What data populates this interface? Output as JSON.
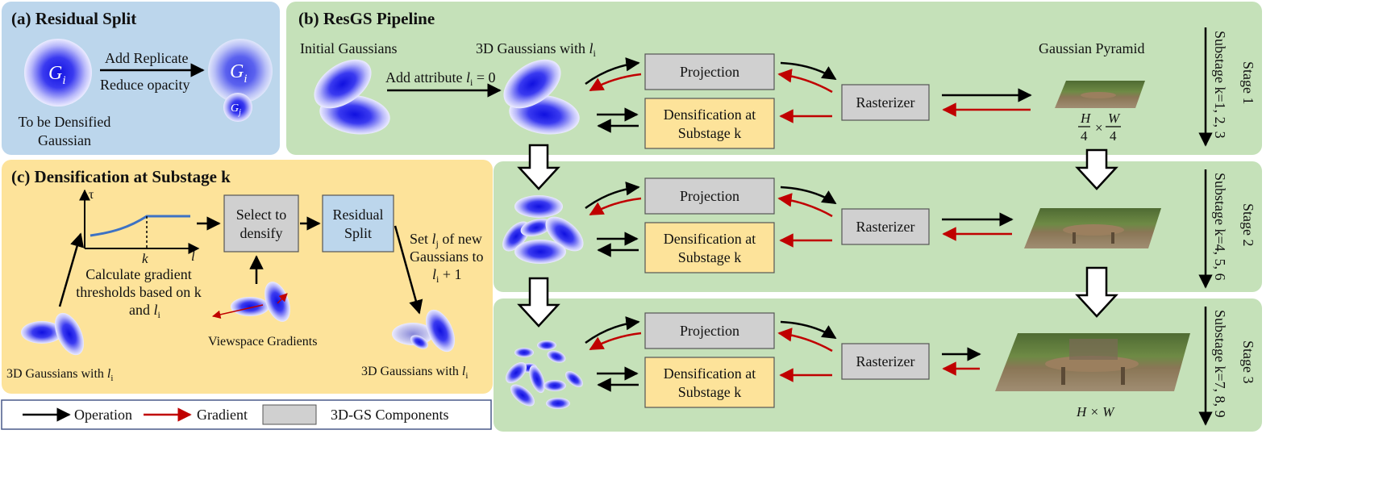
{
  "colors": {
    "panel_a": "#bcd6ec",
    "panel_b": "#c5e1b9",
    "panel_c": "#fde39a",
    "gray_box": "#d0d0d0",
    "blue_box": "#bcd6ec",
    "yellow_box": "#fde39a",
    "operation_arrow": "#000000",
    "gradient_arrow": "#c00000",
    "gaussian_core": "#1414e6"
  },
  "panel_a": {
    "title": "(a) Residual Split",
    "gi_left": "G",
    "gi_left_sub": "i",
    "gi_right": "G",
    "gi_right_sub": "i",
    "gj": "G",
    "gj_sub": "j",
    "add_replicate": "Add Replicate",
    "reduce_opacity": "Reduce opacity",
    "to_be_line1": "To be Densified",
    "to_be_line2": "Gaussian"
  },
  "panel_b": {
    "title": "(b) ResGS Pipeline",
    "initial_gaussians": "Initial Gaussians",
    "gaussians_with": "3D Gaussians with ",
    "gaussians_with_var": "l",
    "gaussians_with_sub": "i",
    "add_attribute": "Add attribute ",
    "add_attribute_var": "l",
    "add_attribute_sub": "i",
    "add_attribute_eq": " = 0",
    "gaussian_pyramid": "Gaussian Pyramid",
    "projection": "Projection",
    "densification_line1": "Densification at",
    "densification_line2": "Substage k",
    "rasterizer": "Rasterizer",
    "res_stage1_h": "H",
    "res_stage1_den": "4",
    "res_stage1_times": "×",
    "res_stage1_w": "W",
    "res_stage3": "H × W",
    "stages": [
      {
        "stage": "Stage 1",
        "substage": "Substage k=1, 2, 3"
      },
      {
        "stage": "Stage 2",
        "substage": "Substage k=4, 5, 6"
      },
      {
        "stage": "Stage 3",
        "substage": "Substage k=7, 8, 9"
      }
    ]
  },
  "panel_c": {
    "title": "(c) Densification at Substage k",
    "tau": "τ",
    "k_tick": "k",
    "l_axis": "l",
    "calc_line1": "Calculate gradient",
    "calc_line2": "thresholds based on k",
    "calc_line3": "and ",
    "calc_var": "l",
    "calc_sub": "i",
    "select_line1": "Select to",
    "select_line2": "densify",
    "residual_line1": "Residual",
    "residual_line2": "Split",
    "set_line1a": "Set ",
    "set_var": "l",
    "set_sub": "j",
    "set_line1b": " of new",
    "set_line2": "Gaussians to",
    "set_line3_var": "l",
    "set_line3_sub": "i",
    "set_line3_rest": " + 1",
    "viewspace": "Viewspace Gradients",
    "gauss_with_left": "3D Gaussians with ",
    "gauss_with_right": "3D Gaussians with ",
    "gauss_var": "l",
    "gauss_sub": "i"
  },
  "legend": {
    "operation": "Operation",
    "gradient": "Gradient",
    "components": "3D-GS Components"
  }
}
